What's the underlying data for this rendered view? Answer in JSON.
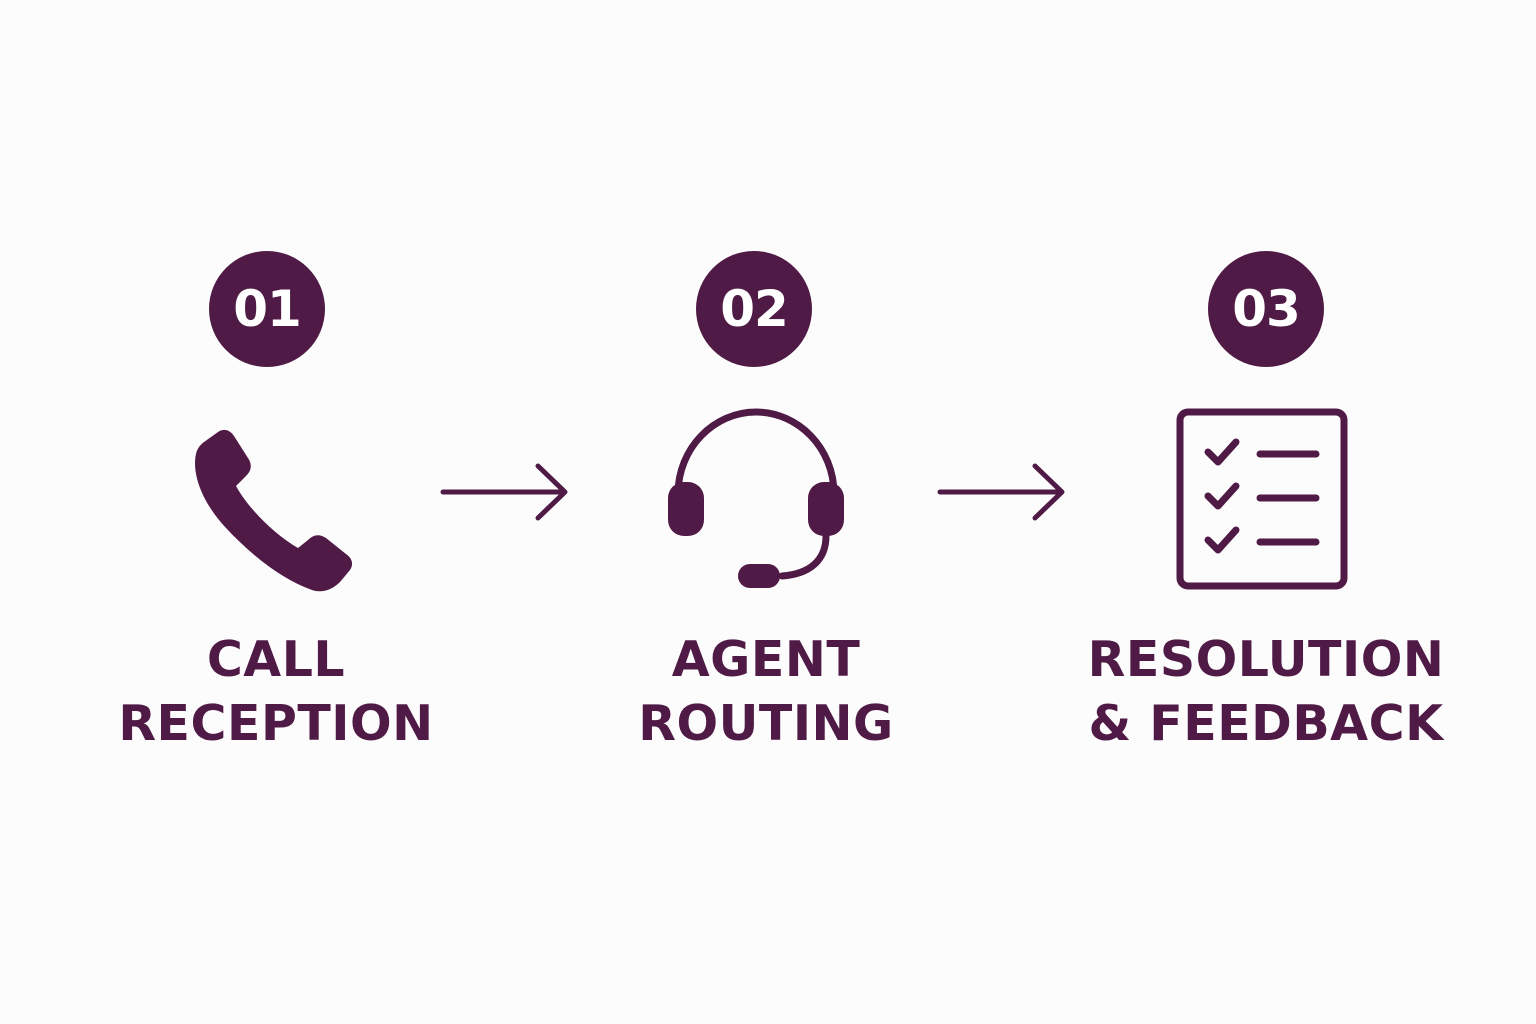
{
  "colors": {
    "accent": "#4f1a45",
    "background": "#fdfcfd",
    "badge_text": "#ffffff"
  },
  "steps": [
    {
      "number": "01",
      "icon": "phone-icon",
      "label_line1": "CALL",
      "label_line2": "RECEPTION"
    },
    {
      "number": "02",
      "icon": "headset-icon",
      "label_line1": "AGENT",
      "label_line2": "ROUTING"
    },
    {
      "number": "03",
      "icon": "checklist-icon",
      "label_line1": "RESOLUTION",
      "label_line2": "& FEEDBACK"
    }
  ],
  "connectors": [
    {
      "icon": "arrow-right-icon"
    },
    {
      "icon": "arrow-right-icon"
    }
  ]
}
